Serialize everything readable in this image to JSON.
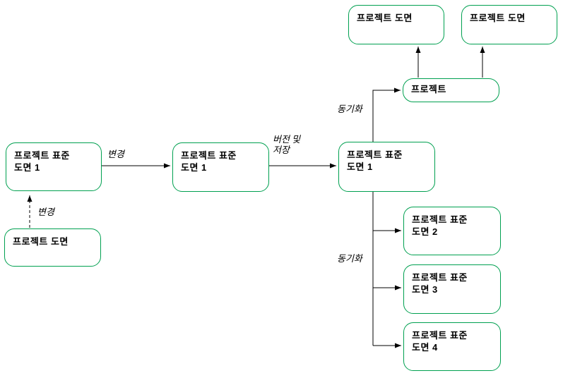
{
  "canvas": {
    "background_color": "#ffffff",
    "node_border_color": "#00a050",
    "node_text_color": "#000000",
    "connector_color": "#000000"
  },
  "nodes": [
    {
      "id": "project-drawing-top-1",
      "line1": "프로젝트 도면",
      "line2": ""
    },
    {
      "id": "project-drawing-top-2",
      "line1": "프로젝트 도면",
      "line2": ""
    },
    {
      "id": "project",
      "line1": "프로젝트",
      "line2": ""
    },
    {
      "id": "project-standard-drawing-1-left",
      "line1": "프로젝트 표준",
      "line2": "도면 1"
    },
    {
      "id": "project-standard-drawing-1-middle",
      "line1": "프로젝트 표준",
      "line2": "도면 1"
    },
    {
      "id": "project-standard-drawing-1-right",
      "line1": "프로젝트 표준",
      "line2": "도면 1"
    },
    {
      "id": "project-drawing-bottom-left",
      "line1": "프로젝트 도면",
      "line2": ""
    },
    {
      "id": "project-standard-drawing-2",
      "line1": "프로젝트 표준",
      "line2": "도면 2"
    },
    {
      "id": "project-standard-drawing-3",
      "line1": "프로젝트 표준",
      "line2": "도면 3"
    },
    {
      "id": "project-standard-drawing-4",
      "line1": "프로젝트 표준",
      "line2": "도면 4"
    }
  ],
  "edge_labels": {
    "change_left": "변경",
    "change_bottom": "변경",
    "version_save_line1": "버전 및",
    "version_save_line2": "저장",
    "sync_top": "동기화",
    "sync_bottom": "동기화"
  }
}
